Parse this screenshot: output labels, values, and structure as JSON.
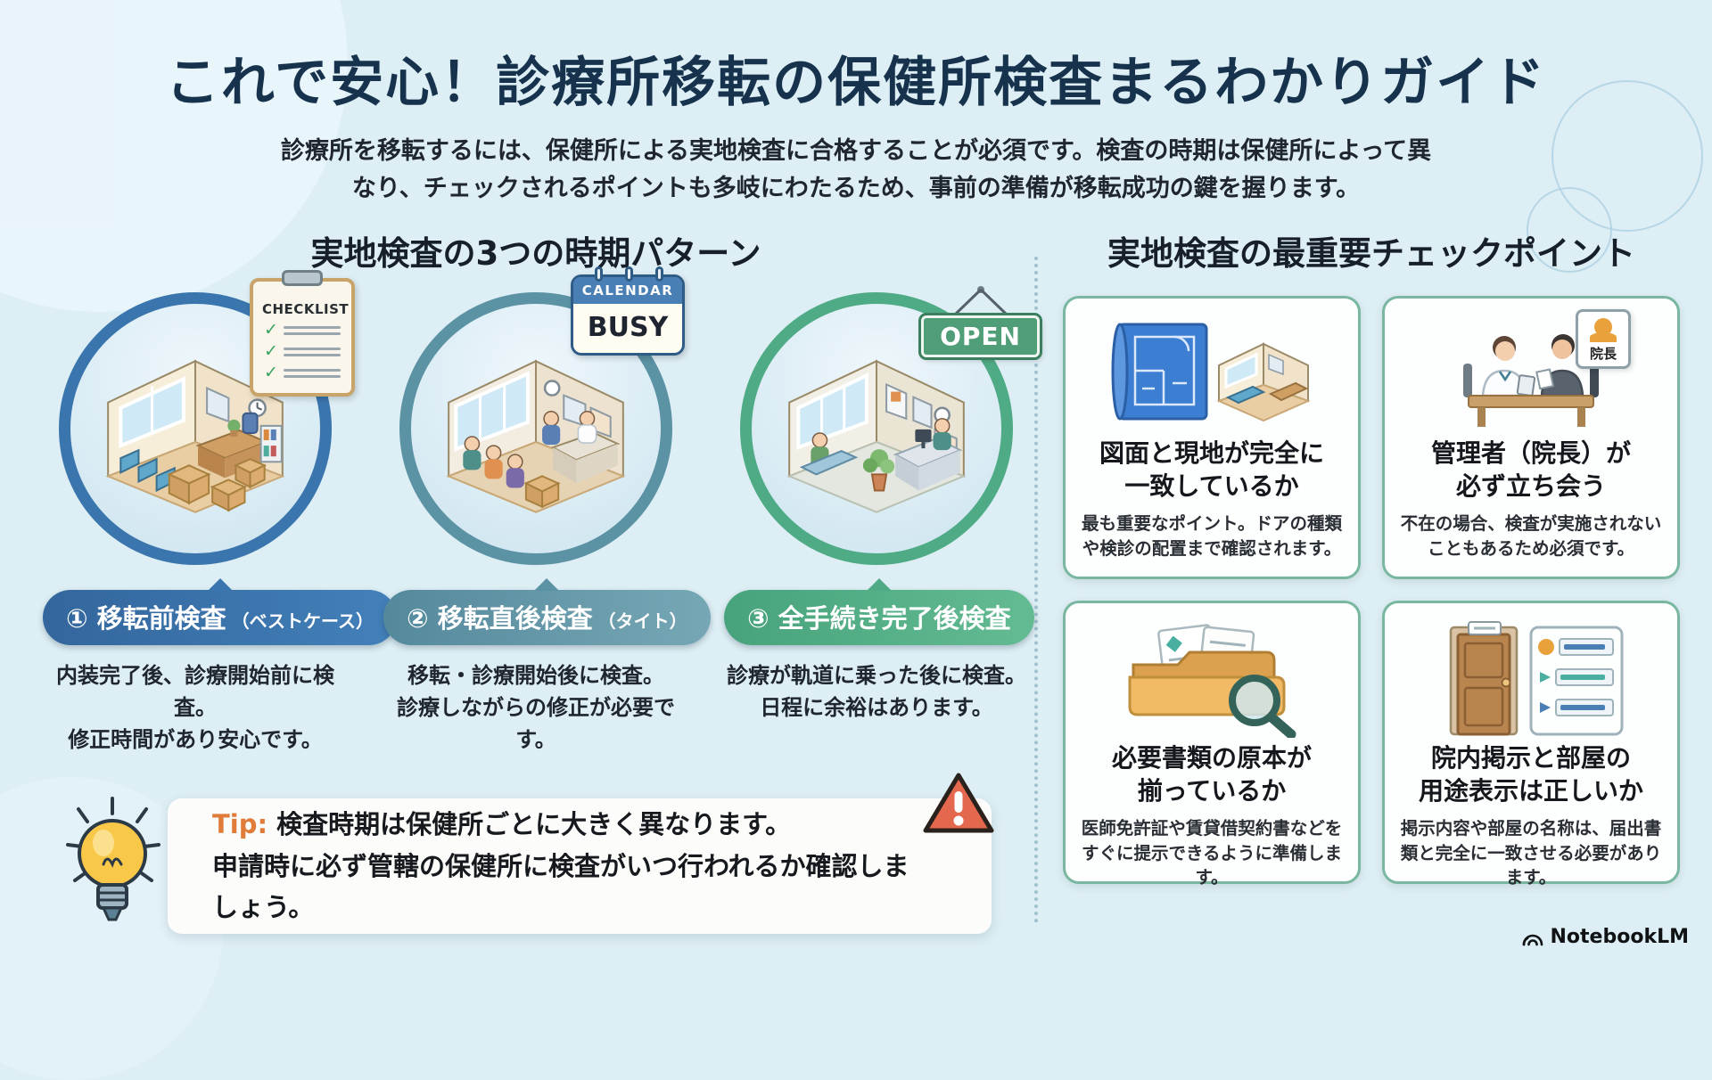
{
  "header": {
    "title": "これで安心！診療所移転の保健所検査まるわかりガイド",
    "subtitle_line1": "診療所を移転するには、保健所による実地検査に合格することが必須です。検査の時期は保健所によって異",
    "subtitle_line2": "なり、チェックされるポイントも多岐にわたるため、事前の準備が移転成功の鍵を握ります。"
  },
  "left_section": {
    "heading": "実地検査の3つの時期パターン",
    "patterns": [
      {
        "pill": "① 移転前検査",
        "pill_note": "（ベストケース）",
        "desc_line1": "内装完了後、診療開始前に検査。",
        "desc_line2": "修正時間があり安心です。",
        "badge": "CHECKLIST",
        "accent_color": "#3a76ad"
      },
      {
        "pill": "② 移転直後検査",
        "pill_note": "（タイト）",
        "desc_line1": "移転・診療開始後に検査。",
        "desc_line2": "診療しながらの修正が必要です。",
        "badge_top": "CALENDAR",
        "badge_main": "BUSY",
        "accent_color": "#5b92a4"
      },
      {
        "pill": "③ 全手続き完了後検査",
        "pill_note": "",
        "desc_line1": "診療が軌道に乗った後に検査。",
        "desc_line2": "日程に余裕はあります。",
        "badge": "OPEN",
        "accent_color": "#4fab85"
      }
    ]
  },
  "tip": {
    "label": "Tip:",
    "line1": "検査時期は保健所ごとに大きく異なります。",
    "line2": "申請時に必ず管轄の保健所に検査がいつ行われるか確認しましょう。"
  },
  "right_section": {
    "heading": "実地検査の最重要チェックポイント",
    "cards": [
      {
        "title_line1": "図面と現地が完全に",
        "title_line2": "一致しているか",
        "desc": "最も重要なポイント。ドアの種類や検診の配置まで確認されます。",
        "icon": "blueprint-room-icon"
      },
      {
        "title_line1": "管理者（院長）が",
        "title_line2": "必ず立ち会う",
        "desc": "不在の場合、検査が実施されないこともあるため必須です。",
        "badge": "院長",
        "icon": "director-meeting-icon"
      },
      {
        "title_line1": "必要書類の原本が",
        "title_line2": "揃っているか",
        "desc": "医師免許証や賃貸借契約書などをすぐに提示できるように準備します。",
        "icon": "documents-magnifier-icon"
      },
      {
        "title_line1": "院内掲示と部屋の",
        "title_line2": "用途表示は正しいか",
        "desc": "掲示内容や部屋の名称は、届出書類と完全に一致させる必要があります。",
        "icon": "door-signage-icon"
      }
    ]
  },
  "badges": {
    "check_glyph": "✓"
  },
  "footer": {
    "brand": "NotebookLM"
  },
  "colors": {
    "background": "#ddeef4",
    "title_text": "#16324d",
    "pattern1_accent": "#3a76ad",
    "pattern2_accent": "#5b92a4",
    "pattern3_accent": "#4fab85",
    "tip_accent": "#e07b39",
    "warning_accent": "#e4684d",
    "card_border": "#79b7a1",
    "open_sign": "#4f9e77",
    "calendar_header": "#4a7fb5"
  }
}
